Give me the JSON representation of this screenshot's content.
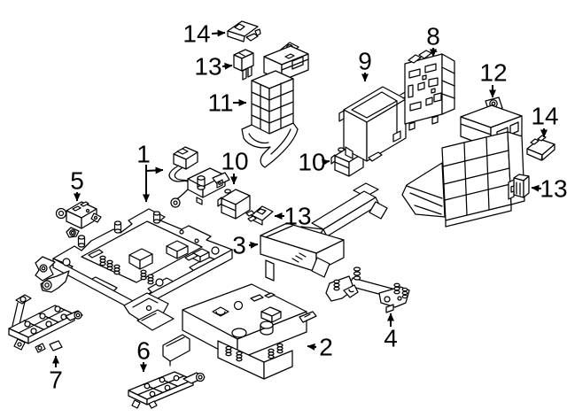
{
  "diagram": {
    "type": "exploded-parts-diagram",
    "subject": "fuse-and-relay-box-assembly",
    "background_color": "#ffffff",
    "line_color": "#000000",
    "callouts": [
      {
        "id": "14-top",
        "label": "14",
        "part": "maxi-fuse"
      },
      {
        "id": "13-top",
        "label": "13",
        "part": "mini-fuse"
      },
      {
        "id": "11",
        "label": "11",
        "part": "fuse-holder-bracket"
      },
      {
        "id": "9",
        "label": "9",
        "part": "module-bracket-frame"
      },
      {
        "id": "8",
        "label": "8",
        "part": "control-module"
      },
      {
        "id": "12",
        "label": "12",
        "part": "fuse-holder-assembly"
      },
      {
        "id": "14-right",
        "label": "14",
        "part": "maxi-fuse"
      },
      {
        "id": "13-right",
        "label": "13",
        "part": "mini-fuse"
      },
      {
        "id": "1",
        "label": "1",
        "part": "main-fuse-relay-panel-with-harness"
      },
      {
        "id": "5",
        "label": "5",
        "part": "relay-sensor"
      },
      {
        "id": "10-left",
        "label": "10",
        "part": "relay"
      },
      {
        "id": "10-right",
        "label": "10",
        "part": "relay"
      },
      {
        "id": "13-middle",
        "label": "13",
        "part": "maxi-fuse"
      },
      {
        "id": "3",
        "label": "3",
        "part": "cover-duct"
      },
      {
        "id": "2",
        "label": "2",
        "part": "lower-tray"
      },
      {
        "id": "4",
        "label": "4",
        "part": "mounting-bracket"
      },
      {
        "id": "6",
        "label": "6",
        "part": "bus-bar"
      },
      {
        "id": "7",
        "label": "7",
        "part": "bus-bar"
      }
    ]
  }
}
